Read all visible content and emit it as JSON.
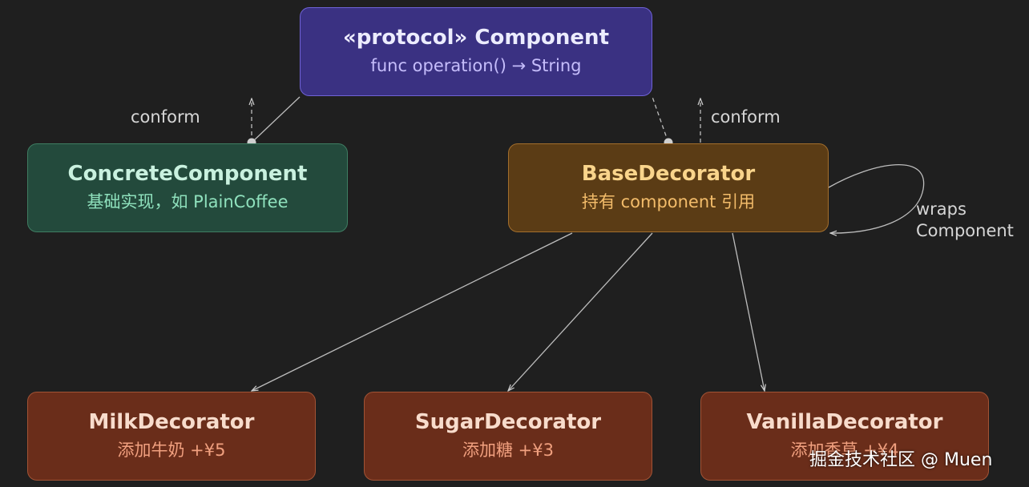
{
  "nodes": {
    "protocol": {
      "title": "«protocol» Component",
      "subtitle": "func operation() → String"
    },
    "concrete": {
      "title": "ConcreteComponent",
      "subtitle": "基础实现，如 PlainCoffee"
    },
    "base": {
      "title": "BaseDecorator",
      "subtitle": "持有 component 引用"
    },
    "milk": {
      "title": "MilkDecorator",
      "subtitle": "添加牛奶 +¥5"
    },
    "sugar": {
      "title": "SugarDecorator",
      "subtitle": "添加糖 +¥3"
    },
    "vanilla": {
      "title": "VanillaDecorator",
      "subtitle": "添加香草 +¥4"
    }
  },
  "edge_labels": {
    "conform_left": "conform",
    "conform_right": "conform",
    "wraps_line1": "wraps",
    "wraps_line2": "Component"
  },
  "watermark": "掘金技术社区 @ Muen"
}
